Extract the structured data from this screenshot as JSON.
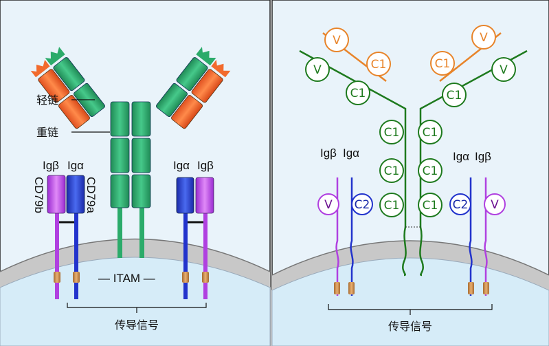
{
  "left": {
    "light_chain_label": "轻链",
    "heavy_chain_label": "重链",
    "left_pair_labels": [
      "Igβ",
      "Igα"
    ],
    "right_pair_labels": [
      "Igα",
      "Igβ"
    ],
    "cd79b_label": "CD79b",
    "cd79a_label": "CD79a",
    "itam_label": "— ITAM —",
    "signal_label": "传导信号"
  },
  "right": {
    "left_pair_labels": [
      "Igβ",
      "Igα"
    ],
    "right_pair_labels": [
      "Igα",
      "Igβ"
    ],
    "v_label": "V",
    "c1_label": "C1",
    "c2_label": "C2",
    "signal_label": "传导信号"
  },
  "colors": {
    "heavy_chain": "#2bab6a",
    "light_chain": "#f26a2c",
    "ig_alpha": "#2233cc",
    "ig_beta": "#b040e0",
    "membrane": "#c8c8c8",
    "cytoplasm": "#d6ecf8",
    "background": "#e9f3fa",
    "domain_green": "#1e7a1e",
    "domain_orange": "#e8842a"
  }
}
